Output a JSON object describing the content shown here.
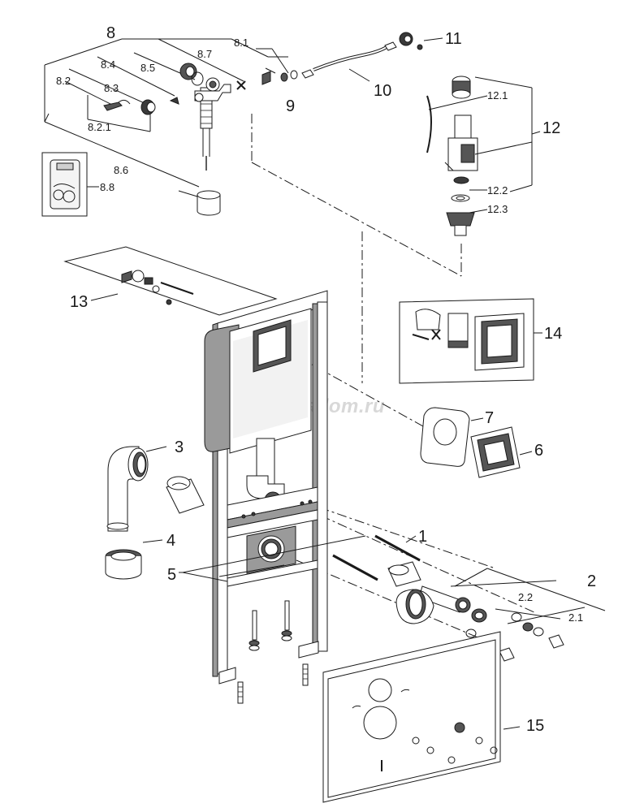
{
  "watermark": "plitkanadom.ru",
  "labels": {
    "l1": "1",
    "l2": "2",
    "l2_1": "2.1",
    "l2_2": "2.2",
    "l3": "3",
    "l4": "4",
    "l5": "5",
    "l6": "6",
    "l7": "7",
    "l8": "8",
    "l8_1": "8.1",
    "l8_2": "8.2",
    "l8_2_1": "8.2.1",
    "l8_3": "8.3",
    "l8_4": "8.4",
    "l8_5": "8.5",
    "l8_6": "8.6",
    "l8_7": "8.7",
    "l8_8": "8.8",
    "l9": "9",
    "l10": "10",
    "l11": "11",
    "l12": "12",
    "l12_1": "12.1",
    "l12_2": "12.2",
    "l12_3": "12.3",
    "l13": "13",
    "l14": "14",
    "l15": "15"
  },
  "colors": {
    "line": "#1a1a1a",
    "part_fill": "#ffffff",
    "shade": "#9a9a9a",
    "dark": "#3a3a3a"
  }
}
